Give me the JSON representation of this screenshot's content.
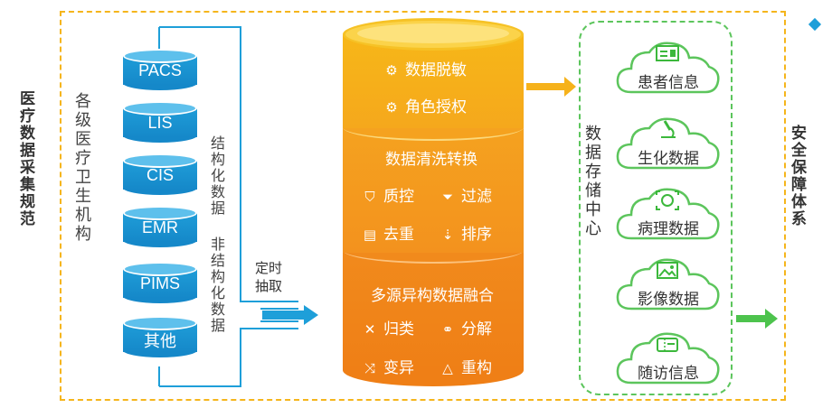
{
  "left_title": "医疗数据采集规范",
  "right_title": "安全保障体系",
  "institutions_label": "各级医疗卫生机构",
  "structured_label": "结构化数据",
  "unstructured_label": "非结构化数据",
  "timer_label": [
    "定时",
    "抽取"
  ],
  "sources": [
    "PACS",
    "LIS",
    "CIS",
    "EMR",
    "PIMS",
    "其他"
  ],
  "processing": {
    "top_items": [
      {
        "icon": "gear-icon",
        "label": "数据脱敏"
      },
      {
        "icon": "gear-icon",
        "label": "角色授权"
      }
    ],
    "middle_title": "数据清洗转换",
    "middle_items": [
      {
        "icon": "shield-icon",
        "label": "质控"
      },
      {
        "icon": "filter-icon",
        "label": "过滤"
      },
      {
        "icon": "dedupe-icon",
        "label": "去重"
      },
      {
        "icon": "sort-icon",
        "label": "排序"
      }
    ],
    "bottom_title": "多源异构数据融合",
    "bottom_items": [
      {
        "icon": "classify-icon",
        "label": "归类"
      },
      {
        "icon": "decompose-icon",
        "label": "分解"
      },
      {
        "icon": "transform-icon",
        "label": "变异"
      },
      {
        "icon": "restructure-icon",
        "label": "重构"
      }
    ]
  },
  "storage_label": "数据存储中心",
  "storage_items": [
    {
      "icon": "id-card-icon",
      "label": "患者信息"
    },
    {
      "icon": "microscope-icon",
      "label": "生化数据"
    },
    {
      "icon": "face-scan-icon",
      "label": "病理数据"
    },
    {
      "icon": "image-icon",
      "label": "影像数据"
    },
    {
      "icon": "ticket-icon",
      "label": "随访信息"
    }
  ],
  "colors": {
    "accent_blue": "#1e9fd9",
    "frame_yellow": "#f5b51c",
    "storage_green": "#5cc55c",
    "arrow_green": "#4dc34d",
    "arrow_orange": "#f6b21b"
  }
}
